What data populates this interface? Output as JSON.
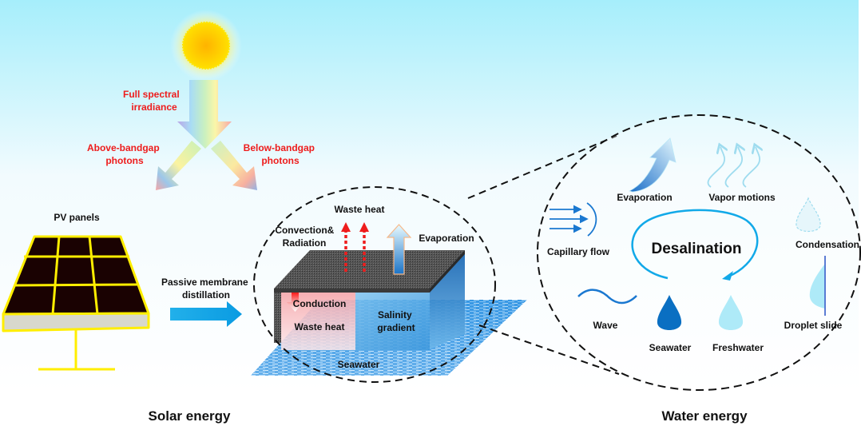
{
  "solar": {
    "sun_label": "Sun",
    "full_spectral": [
      "Full spectral",
      "irradiance"
    ],
    "above_bandgap": [
      "Above-bandgap",
      "photons"
    ],
    "below_bandgap": [
      "Below-bandgap",
      "photons"
    ],
    "pv_panels": "PV panels",
    "passive_md": [
      "Passive membrane",
      "distillation"
    ],
    "section_title": "Solar energy"
  },
  "membrane": {
    "waste_heat_top": "Waste heat",
    "convection": [
      "Convection&",
      "Radiation"
    ],
    "evaporation": "Evaporation",
    "conduction": "Conduction",
    "waste_heat_inner": "Waste heat",
    "salinity": [
      "Salinity",
      "gradient"
    ],
    "seawater": "Seawater"
  },
  "water": {
    "evaporation": "Evaporation",
    "vapor_motions": "Vapor motions",
    "capillary_flow": "Capillary flow",
    "desalination": "Desalination",
    "condensation": "Condensation",
    "wave": "Wave",
    "seawater": "Seawater",
    "freshwater": "Freshwater",
    "droplet_slide": "Droplet slide",
    "section_title": "Water energy"
  },
  "colors": {
    "label_red": "#ee1c1c",
    "arrow_blue": "#12a9e8",
    "deep_blue": "#0a6fc2",
    "light_blue": "#aeeaf8",
    "panel_frame": "#ffee00",
    "panel_cell": "#1a0202"
  }
}
